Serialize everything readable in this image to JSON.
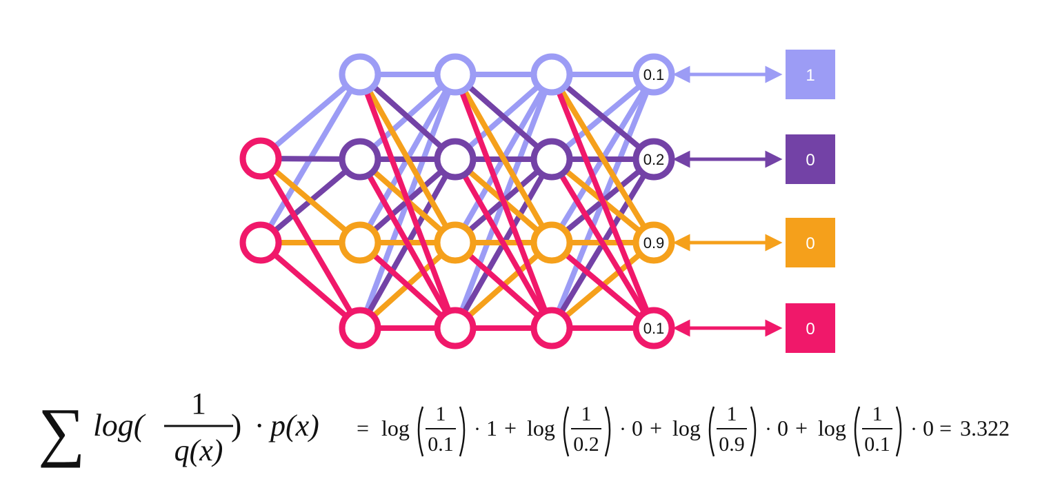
{
  "colors": {
    "lavender": "#9c9cf5",
    "purple": "#7342a6",
    "orange": "#f5a01b",
    "magenta": "#f0186a"
  },
  "network": {
    "output_values": [
      "0.1",
      "0.2",
      "0.9",
      "0.1"
    ],
    "targets": [
      "1",
      "0",
      "0",
      "0"
    ]
  },
  "formula": {
    "sum_symbol": "∑",
    "lhs_log": "log(",
    "lhs_numerator": "1",
    "lhs_denominator": "q(x)",
    "lhs_close": ")",
    "lhs_times": "· p(x)",
    "equals": "=",
    "terms": [
      {
        "numerator": "1",
        "denominator": "0.1",
        "factor": "1"
      },
      {
        "numerator": "1",
        "denominator": "0.2",
        "factor": "0"
      },
      {
        "numerator": "1",
        "denominator": "0.9",
        "factor": "0"
      },
      {
        "numerator": "1",
        "denominator": "0.1",
        "factor": "0"
      }
    ],
    "log_word": "log",
    "dot": "·",
    "plus": "+",
    "result": "3.322"
  }
}
